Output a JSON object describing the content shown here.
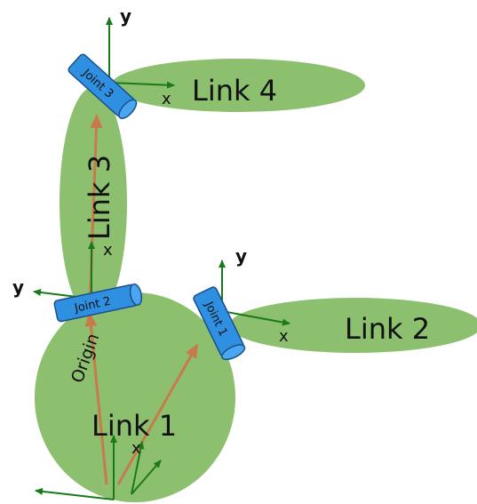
{
  "colors": {
    "link_fill": "#8cbf6e",
    "joint_fill": "#2f8fe0",
    "joint_stroke": "#1b4f8a",
    "axis_color": "#1a7a1a",
    "vector_color": "#c87a4a",
    "background": "#ffffff"
  },
  "links": {
    "link1": "Link 1",
    "link2": "Link 2",
    "link3": "Link 3",
    "link4": "Link 4"
  },
  "joints": {
    "joint1": "Joint 1",
    "joint2": "Joint 2",
    "joint3": "Joint 3"
  },
  "origin_label": "Origin",
  "axes": {
    "x": "x",
    "y": "y"
  }
}
